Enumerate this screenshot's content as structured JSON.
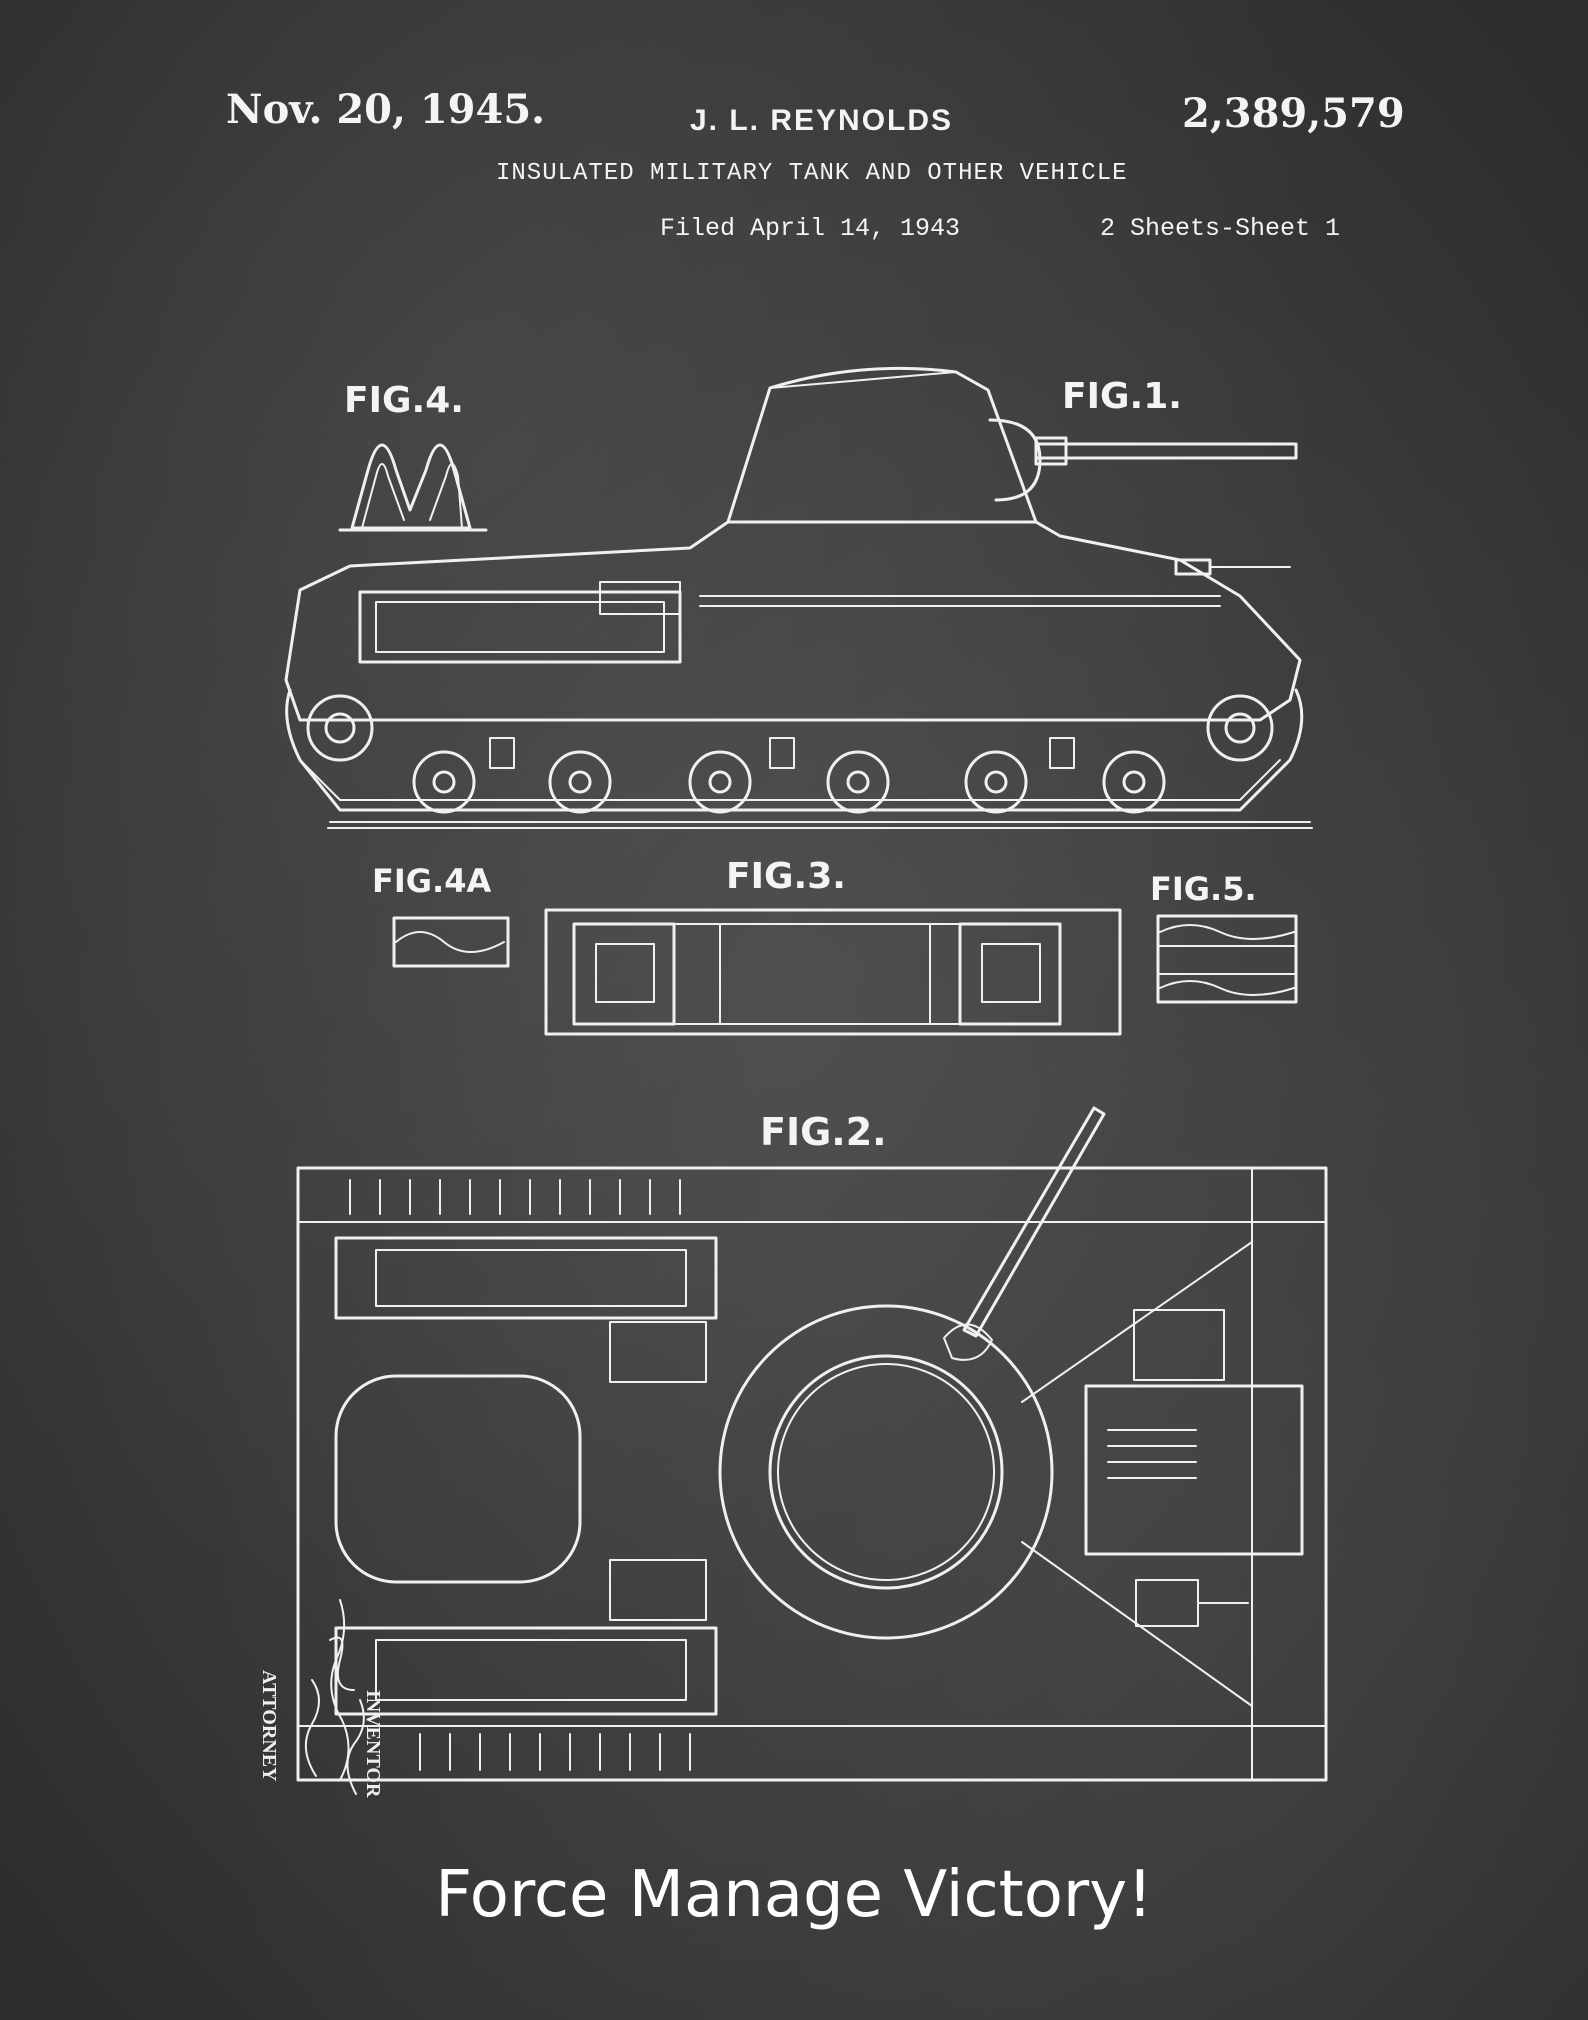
{
  "header": {
    "date": "Nov. 20, 1945.",
    "inventor": "J. L. REYNOLDS",
    "patent_number": "2,389,579",
    "title": "INSULATED MILITARY TANK AND OTHER VEHICLE",
    "filed": "Filed April 14, 1943",
    "sheets": "2 Sheets-Sheet 1"
  },
  "figures": {
    "fig4": "FIG.4.",
    "fig1": "FIG.1.",
    "fig4a": "FIG.4A",
    "fig3": "FIG.3.",
    "fig5": "FIG.5.",
    "fig2": "FIG.2."
  },
  "signature": {
    "inventor_label": "INVENTOR",
    "attorney_label": "ATTORNEY"
  },
  "slogan": "Force Manage Victory!",
  "colors": {
    "background": "#3a3a3a",
    "chalk": "#f2f2f2"
  }
}
